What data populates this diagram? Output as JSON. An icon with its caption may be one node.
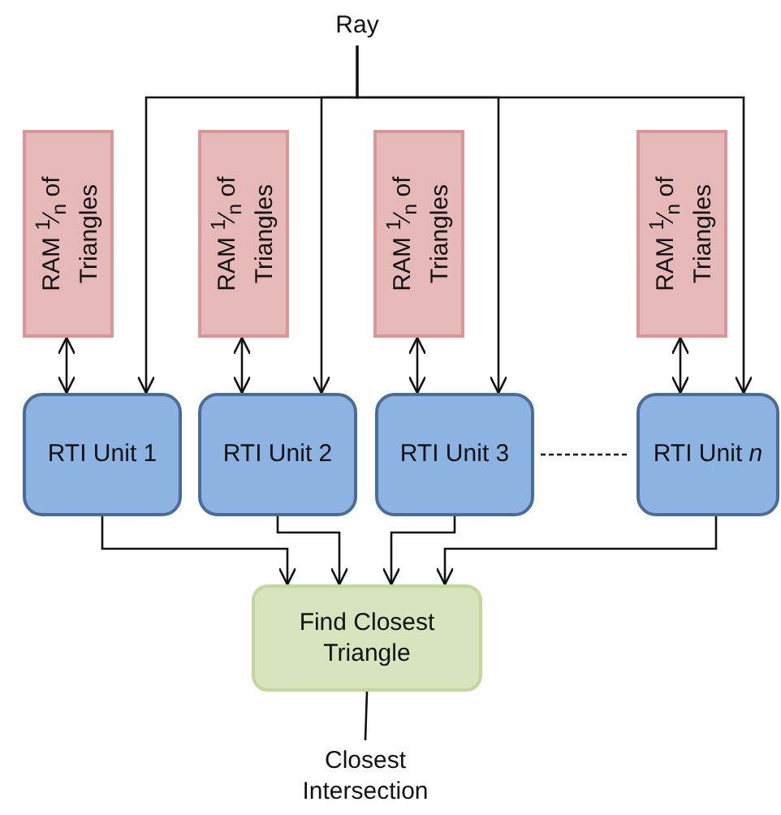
{
  "diagram": {
    "nodes": [
      {
        "text": [
          "Ray"
        ]
      },
      {
        "text": [
          "RAM $^{1}$⁄$_{n}$ of Triangles"
        ]
      },
      {
        "text": [
          "RAM $^{1}$⁄$_{n}$ of Triangles"
        ]
      },
      {
        "text": [
          "RAM $^{1}$⁄$_{n}$ of Triangles"
        ]
      },
      {
        "text": [
          "RAM $^{1}$⁄$_{n}$ of Triangles"
        ]
      },
      {
        "text": [
          "RTI Unit 1"
        ]
      },
      {
        "text": [
          "RTI Unit 2"
        ]
      },
      {
        "text": [
          "RTI Unit 3"
        ]
      },
      {
        "text": [
          "RTI Unit *n*"
        ]
      },
      {
        "text": [
          "Find Closest Triangle"
        ]
      },
      {
        "text": [
          "Closest Intersection"
        ]
      }
    ],
    "edges": [
      {
        "from": 0,
        "to": 5,
        "arrow": "to"
      },
      {
        "from": 0,
        "to": 6,
        "arrow": "to"
      },
      {
        "from": 0,
        "to": 7,
        "arrow": "to"
      },
      {
        "from": 0,
        "to": 8,
        "arrow": "to"
      },
      {
        "from": 1,
        "to": 5,
        "arrow": "both"
      },
      {
        "from": 2,
        "to": 6,
        "arrow": "both"
      },
      {
        "from": 3,
        "to": 7,
        "arrow": "both"
      },
      {
        "from": 4,
        "to": 8,
        "arrow": "both"
      },
      {
        "from": 7,
        "to": 8,
        "arrow": "none",
        "style": "dashed"
      },
      {
        "from": 5,
        "to": 9,
        "arrow": "to"
      },
      {
        "from": 6,
        "to": 9,
        "arrow": "to"
      },
      {
        "from": 7,
        "to": 9,
        "arrow": "to"
      },
      {
        "from": 8,
        "to": 9,
        "arrow": "to"
      },
      {
        "from": 9,
        "to": 10,
        "arrow": "none"
      }
    ]
  }
}
